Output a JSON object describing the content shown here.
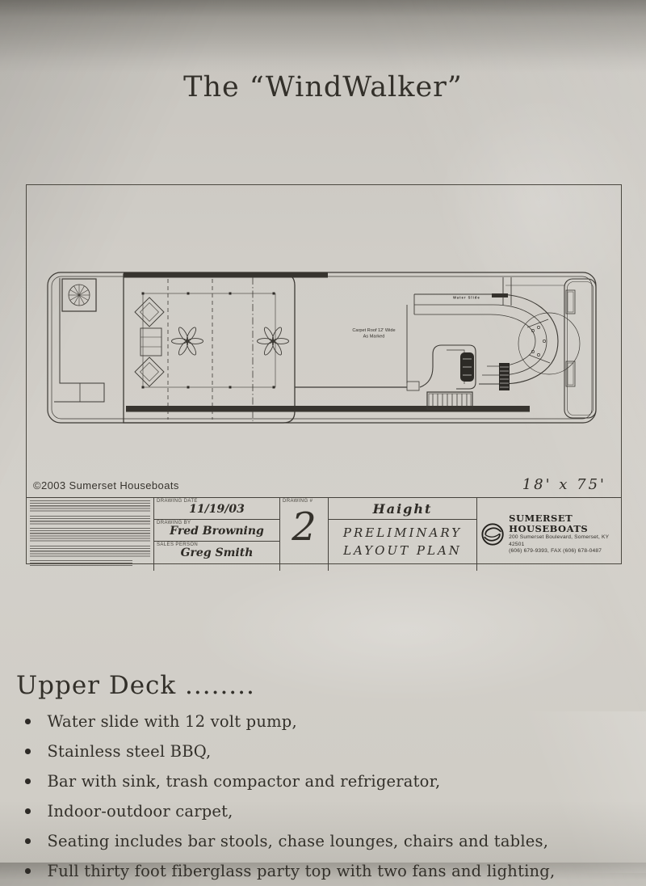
{
  "page": {
    "title": "The “WindWalker”"
  },
  "sheet": {
    "copyright": "©2003 Sumerset Houseboats",
    "size_note": "18' x 75'",
    "plan": {
      "roof_note_line1": "Carpet Roof 12' Wide",
      "roof_note_line2": "As Marked",
      "slide_label": "Water Slide"
    },
    "title_block": {
      "drawing_date_label": "DRAWING DATE",
      "drawing_date_value": "11/19/03",
      "drawing_by_label": "DRAWING BY",
      "drawing_by_value": "Fred Browning",
      "sales_person_label": "SALES PERSON",
      "sales_person_value": "Greg Smith",
      "drawing_number_label": "DRAWING #",
      "drawing_number_value": "2",
      "customer_name": "Haight",
      "plan_title_line1": "PRELIMINARY",
      "plan_title_line2": "LAYOUT PLAN",
      "company_name": "Sumerset Houseboats",
      "company_address": "200 Sumerset Boulevard, Somerset, KY 42501",
      "company_phone": "(606) 679-9393, FAX (606) 678-0487"
    }
  },
  "features": {
    "heading": "Upper Deck ........",
    "items": [
      "Water slide with 12 volt pump,",
      "Stainless steel BBQ,",
      "Bar with sink, trash compactor and refrigerator,",
      "Indoor-outdoor carpet,",
      "Seating includes bar stools, chase lounges, chairs and tables,",
      "Full thirty foot fiberglass party top with two fans and lighting,"
    ]
  },
  "colors": {
    "ink": "#3d3a35",
    "paper": "#d0cdc7",
    "dark_band": "#37342f"
  }
}
